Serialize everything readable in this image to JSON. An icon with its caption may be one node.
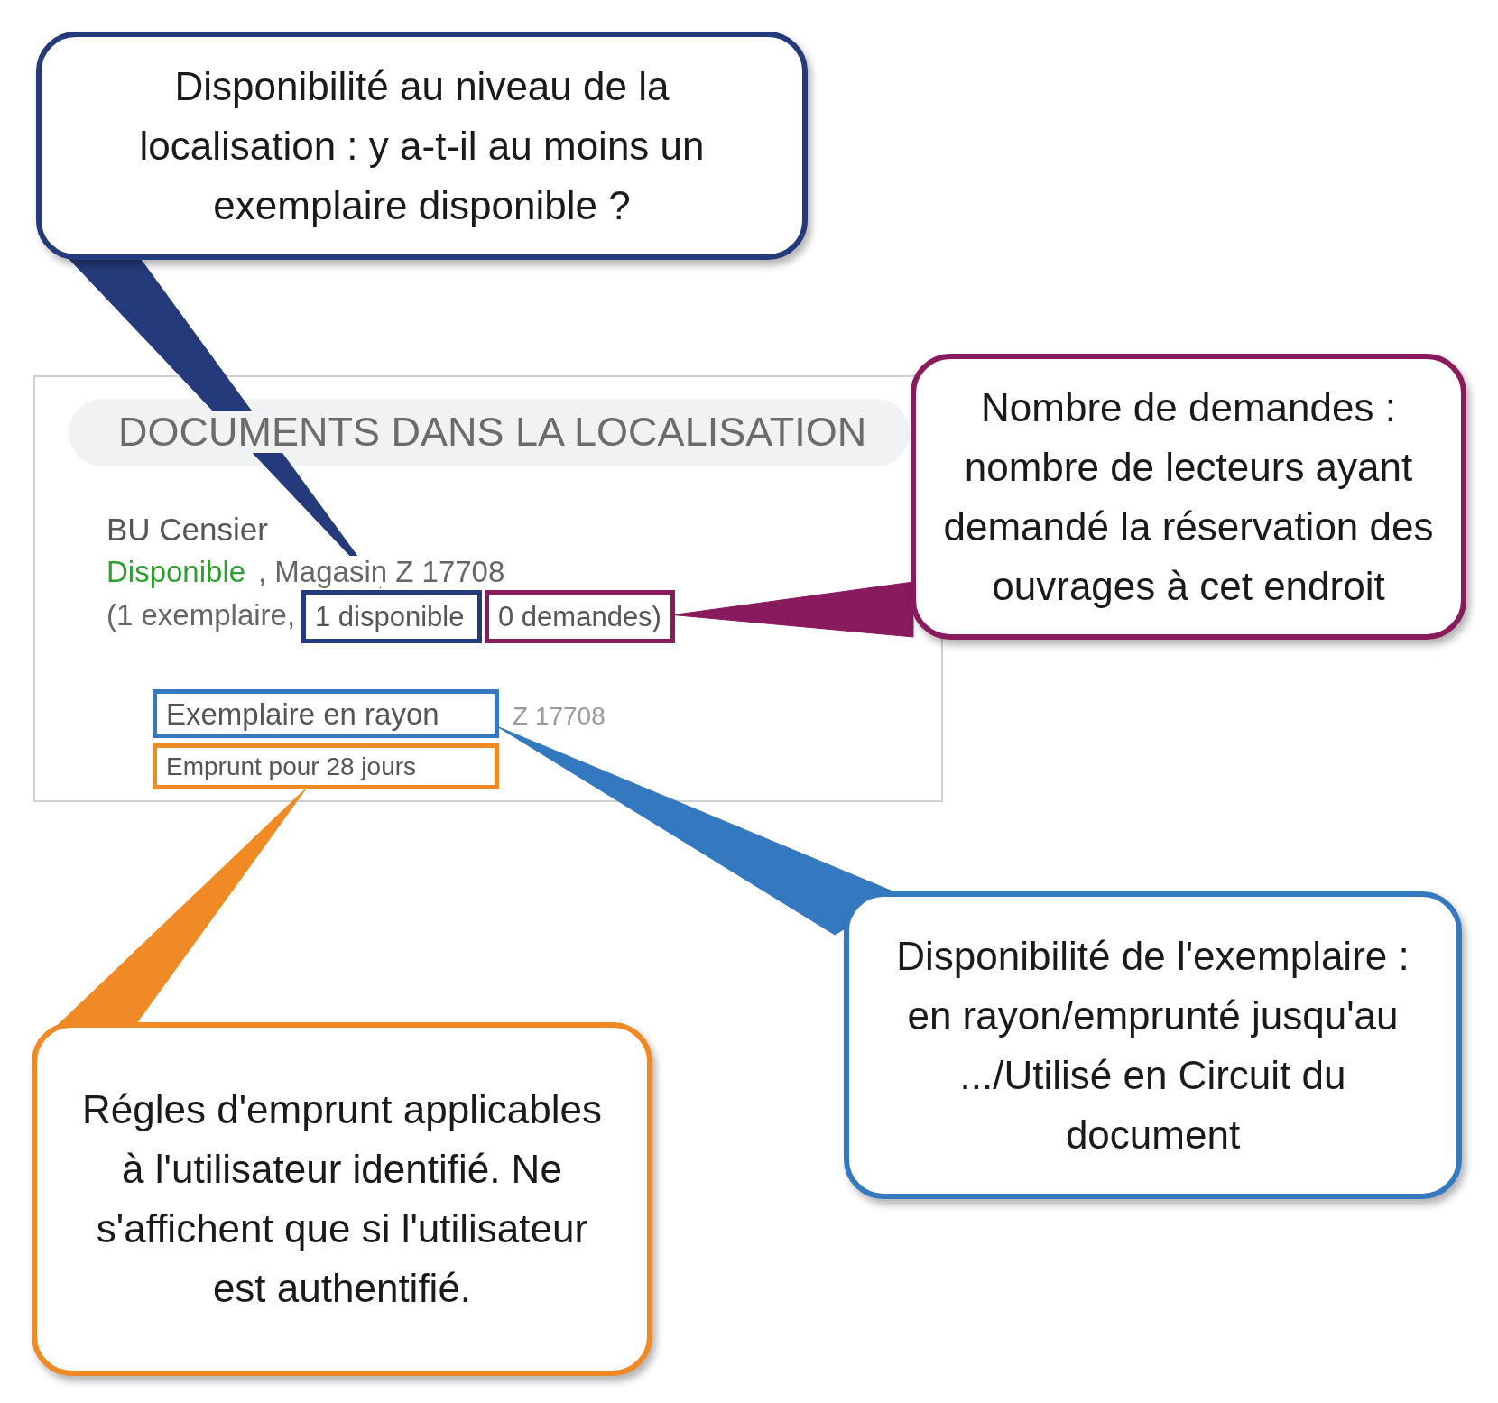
{
  "diagram": {
    "nodes": [
      {
        "text": [
          "Disponibilité au niveau de la localisation : y a-t-il au moins un exemplaire disponible ?"
        ]
      },
      {
        "text": [
          "DOCUMENTS DANS LA LOCALISATION",
          "BU Censier",
          "Disponible",
          ", Magasin Z 17708",
          "(1 exemplaire,",
          "Z 17708"
        ]
      },
      {
        "text": [
          "1 disponible"
        ],
        "in": 1
      },
      {
        "text": [
          "0 demandes)"
        ],
        "in": 1
      },
      {
        "text": [
          "Nombre de demandes : nombre de lecteurs ayant demandé la réservation des ouvrages à cet endroit"
        ]
      },
      {
        "text": [
          "Exemplaire en rayon"
        ],
        "in": 1
      },
      {
        "text": [
          "Emprunt pour 28 jours"
        ],
        "in": 1
      },
      {
        "text": [
          "Disponibilité de l'exemplaire : en rayon/emprunté jusqu'au .../Utilisé en Circuit du document"
        ]
      },
      {
        "text": [
          "Régles d'emprunt applicables à l'utilisateur identifié. Ne s'affichent que si l'utilisateur est authentifié."
        ]
      }
    ],
    "edges": [
      {
        "from": 0,
        "to": 2,
        "arrow": "none",
        "color": "#253a7a"
      },
      {
        "from": 4,
        "to": 3,
        "arrow": "none",
        "color": "#8a1a5e"
      },
      {
        "from": 7,
        "to": 5,
        "arrow": "none",
        "color": "#3478c0"
      },
      {
        "from": 8,
        "to": 6,
        "arrow": "none",
        "color": "#f08a24"
      }
    ]
  }
}
